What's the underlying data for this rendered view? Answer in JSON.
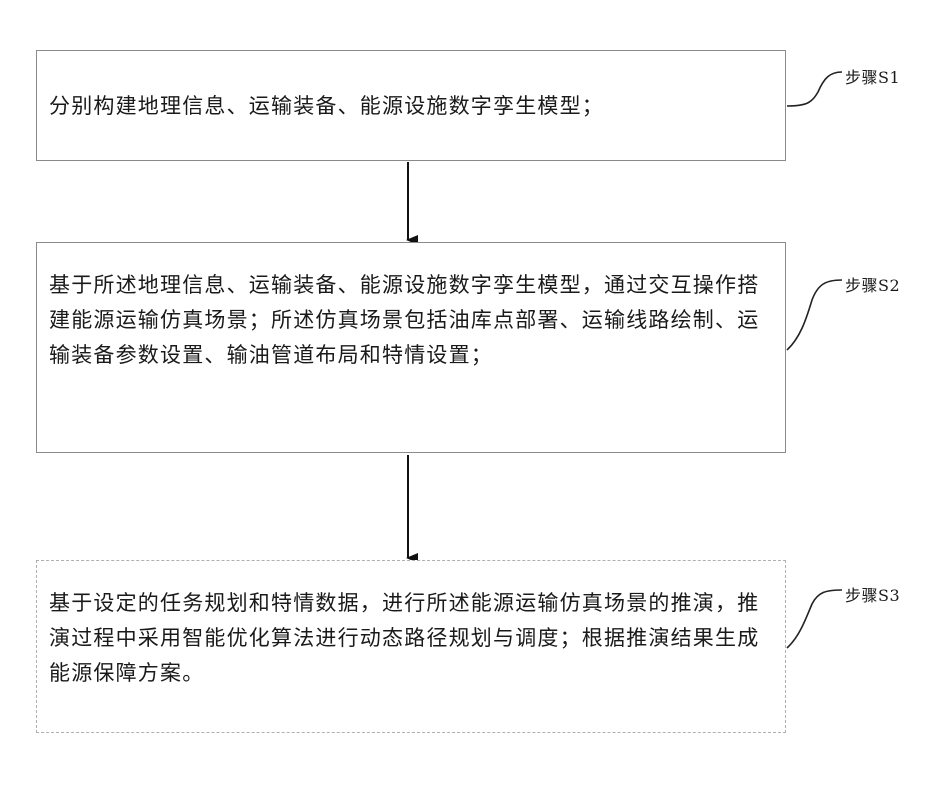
{
  "steps": [
    {
      "label": "步骤S1",
      "text": "分别构建地理信息、运输装备、能源设施数字孪生模型；"
    },
    {
      "label": "步骤S2",
      "text": "基于所述地理信息、运输装备、能源设施数字孪生模型，通过交互操作搭建能源运输仿真场景；所述仿真场景包括油库点部署、运输线路绘制、运输装备参数设置、输油管道布局和特情设置；"
    },
    {
      "label": "步骤S3",
      "text": "基于设定的任务规划和特情数据，进行所述能源运输仿真场景的推演，推演过程中采用智能优化算法进行动态路径规划与调度；根据推演结果生成能源保障方案。"
    }
  ]
}
